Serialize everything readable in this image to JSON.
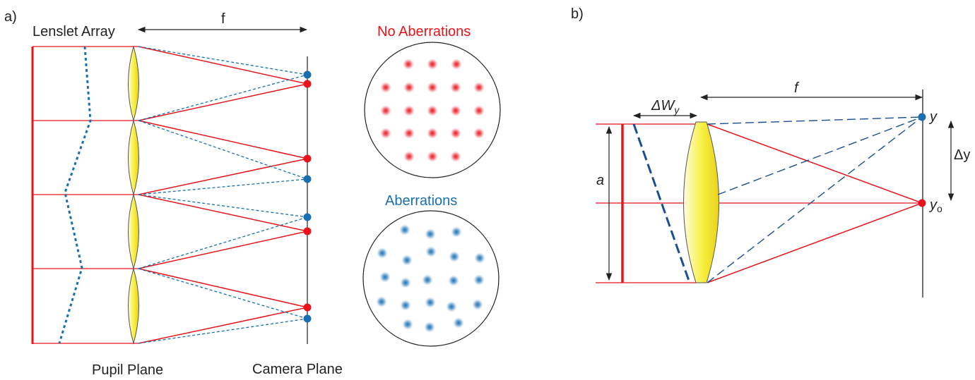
{
  "panel_a": {
    "panel_label": "a)",
    "lenslet_label": "Lenslet Array",
    "focal_label": "f",
    "pupil_plane_label": "Pupil Plane",
    "camera_plane_label": "Camera Plane",
    "no_aberrations_label": "No Aberrations",
    "aberrations_label": "Aberrations"
  },
  "panel_b": {
    "panel_label": "b)",
    "focal_label": "f",
    "delta_w_label": "ΔW",
    "delta_w_sub": "y",
    "a_label": "a",
    "y_label": "y",
    "y0_label": "y",
    "y0_sub": "o",
    "delta_y_label": "Δy"
  },
  "colors": {
    "red": "#e8141b",
    "blue": "#1a6faf",
    "lens_yellow": "#f7ef3c"
  }
}
